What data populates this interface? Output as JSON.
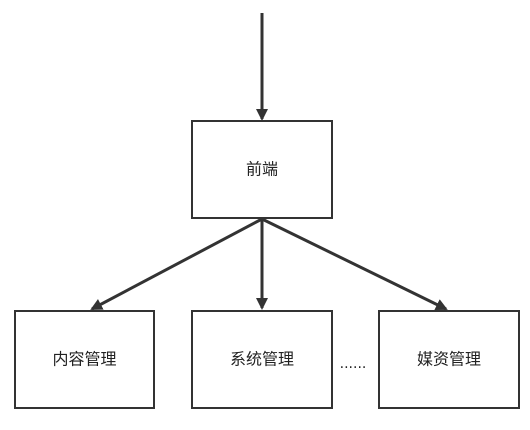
{
  "diagram": {
    "root": {
      "label": "前端"
    },
    "children": [
      {
        "label": "内容管理"
      },
      {
        "label": "系统管理"
      },
      {
        "label": "媒资管理"
      }
    ],
    "ellipsis": "......",
    "colors": {
      "stroke": "#333333",
      "text": "#222222",
      "background": "#ffffff"
    }
  }
}
